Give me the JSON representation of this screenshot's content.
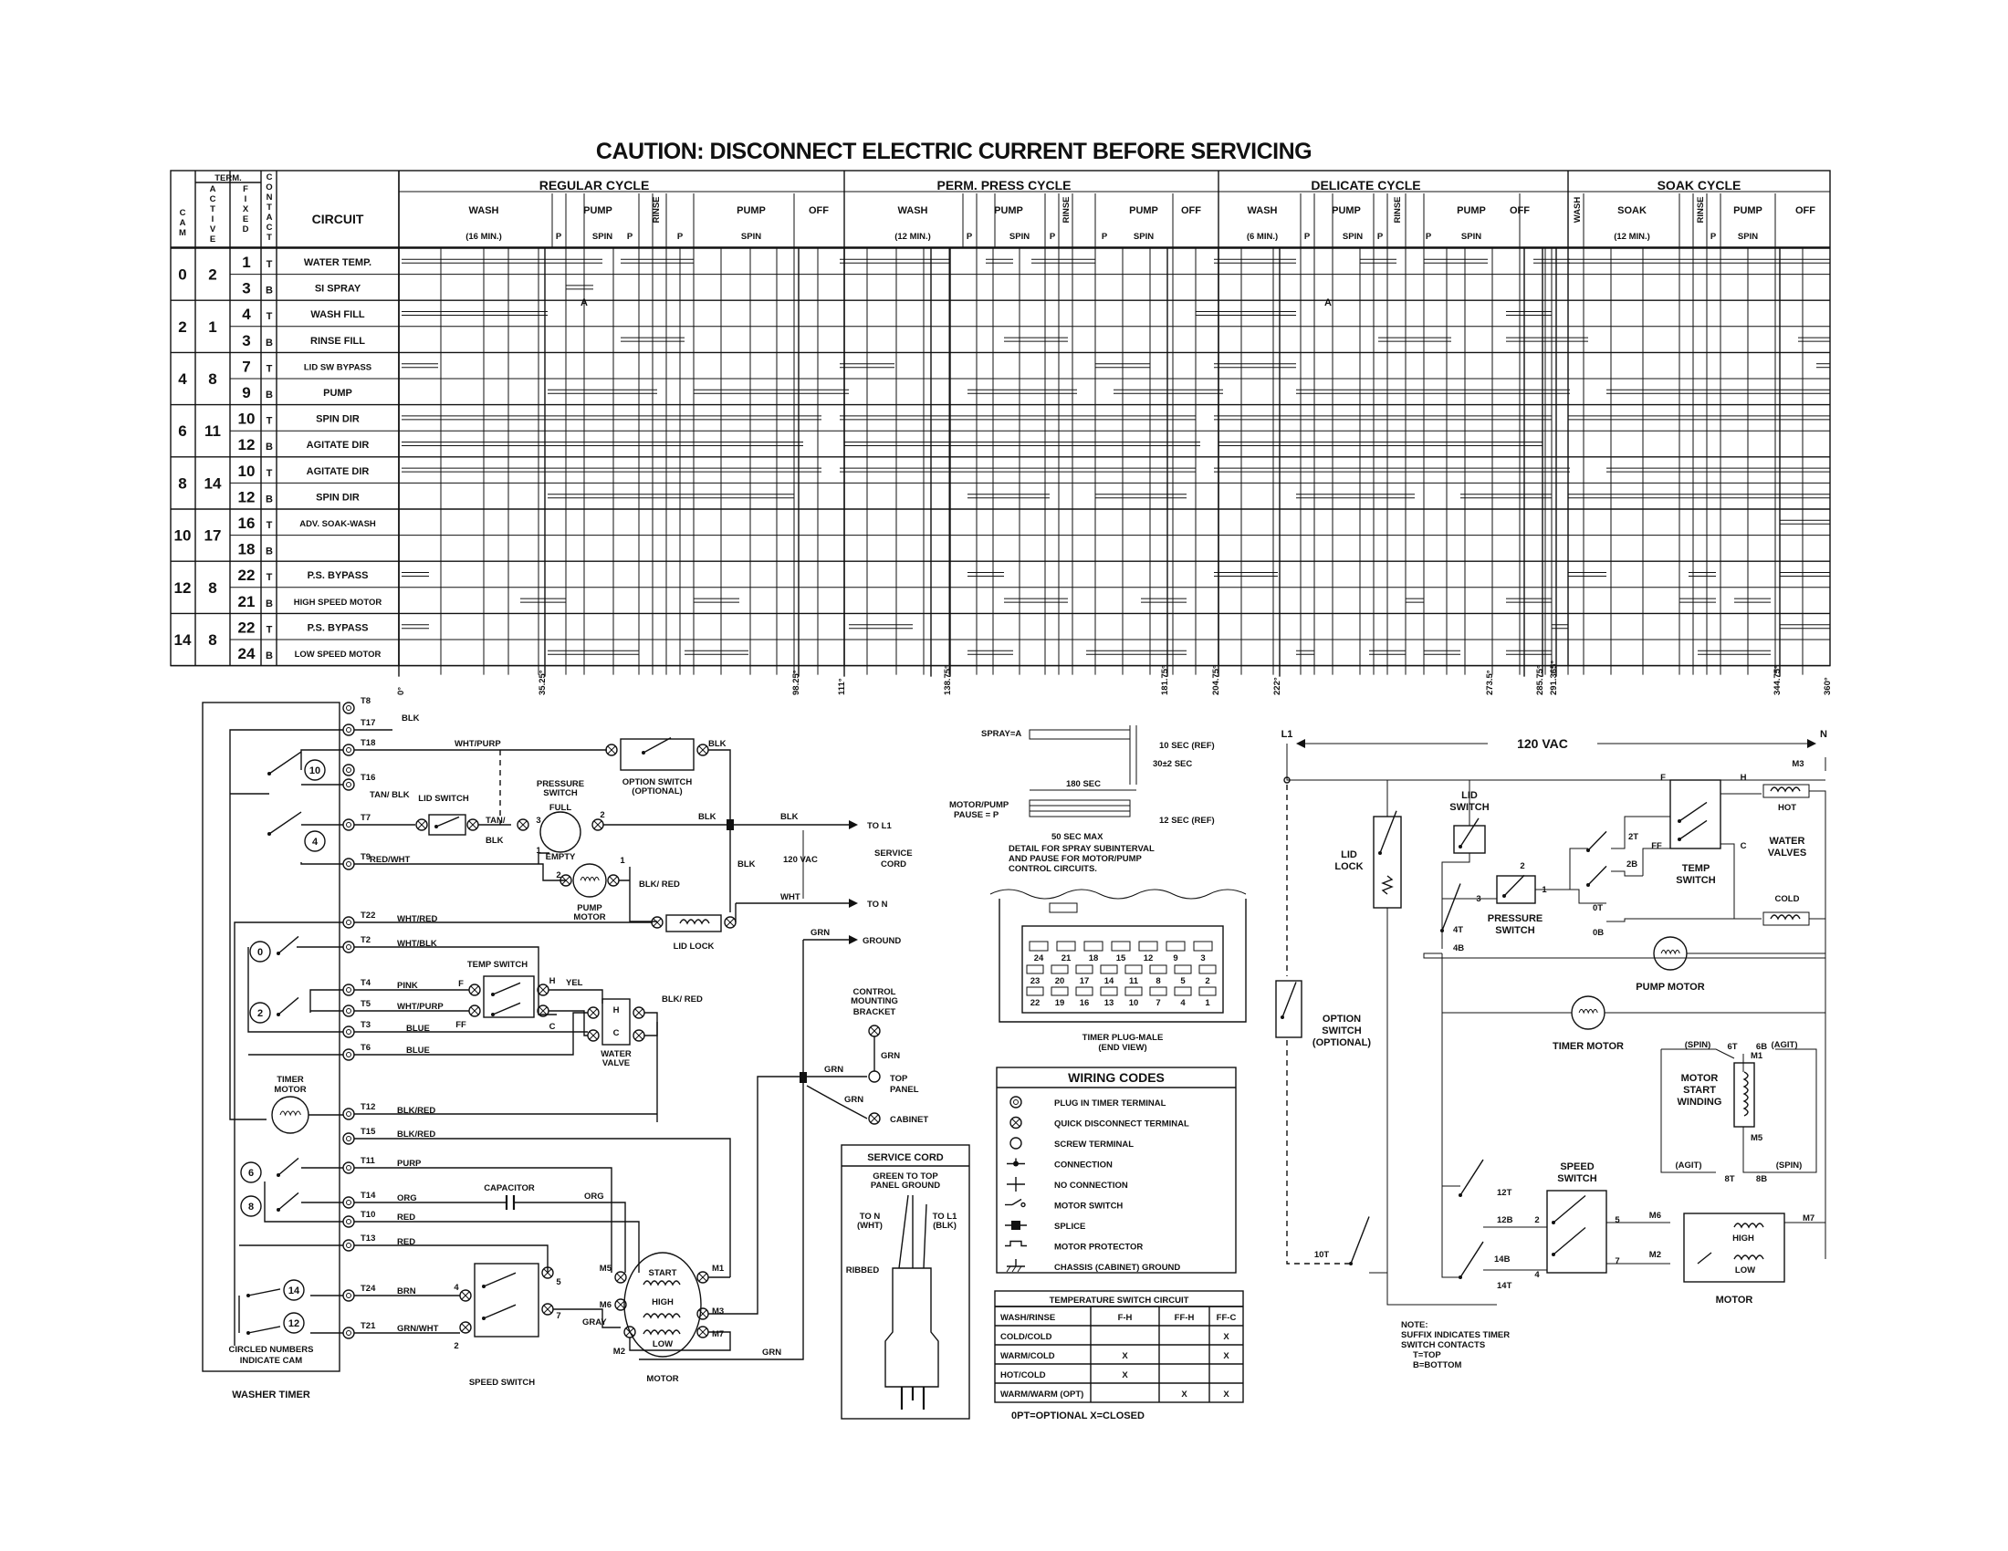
{
  "title": "CAUTION: DISCONNECT ELECTRIC CURRENT BEFORE SERVICING",
  "table": {
    "headers": {
      "cam": "CAM",
      "term": "TERM.",
      "active": "ACTIVE",
      "fixed": "FIXED",
      "contact": "CONTACT",
      "circuit": "CIRCUIT"
    },
    "cycles": [
      {
        "name": "REGULAR CYCLE",
        "sub": [
          "WASH",
          "PUMP",
          "RINSE",
          "PUMP"
        ],
        "sub2": [
          "(16 MIN.)",
          "P",
          "SPIN",
          "P",
          "P",
          "SPIN"
        ]
      },
      {
        "name": "PERM. PRESS CYCLE",
        "sub": [
          "WASH",
          "PUMP",
          "RINSE",
          "PUMP"
        ],
        "sub2": [
          "(12 MIN.)",
          "P",
          "SPIN",
          "P",
          "P",
          "SPIN"
        ]
      },
      {
        "name": "DELICATE CYCLE",
        "sub": [
          "WASH",
          "PUMP",
          "RINSE",
          "PUMP"
        ],
        "sub2": [
          "(6 MIN.)",
          "P",
          "SPIN",
          "P",
          "P",
          "SPIN"
        ]
      },
      {
        "name": "SOAK CYCLE",
        "sub": [
          "WASH",
          "SOAK",
          "RINSE",
          "PUMP"
        ],
        "sub2": [
          "(12 MIN.)",
          "P",
          "SPIN"
        ]
      }
    ],
    "off_label": "OFF",
    "rows": [
      {
        "cam": "0",
        "active": "2",
        "fixed": "1",
        "contact": "T",
        "circuit": "WATER TEMP."
      },
      {
        "cam": "",
        "active": "",
        "fixed": "3",
        "contact": "B",
        "circuit": "SI SPRAY"
      },
      {
        "cam": "2",
        "active": "1",
        "fixed": "4",
        "contact": "T",
        "circuit": "WASH FILL"
      },
      {
        "cam": "",
        "active": "",
        "fixed": "3",
        "contact": "B",
        "circuit": "RINSE FILL"
      },
      {
        "cam": "4",
        "active": "8",
        "fixed": "7",
        "contact": "T",
        "circuit": "LID SW BYPASS"
      },
      {
        "cam": "",
        "active": "",
        "fixed": "9",
        "contact": "B",
        "circuit": "PUMP"
      },
      {
        "cam": "6",
        "active": "11",
        "fixed": "10",
        "contact": "T",
        "circuit": "SPIN DIR"
      },
      {
        "cam": "",
        "active": "",
        "fixed": "12",
        "contact": "B",
        "circuit": "AGITATE DIR"
      },
      {
        "cam": "8",
        "active": "14",
        "fixed": "10",
        "contact": "T",
        "circuit": "AGITATE DIR"
      },
      {
        "cam": "",
        "active": "",
        "fixed": "12",
        "contact": "B",
        "circuit": "SPIN DIR"
      },
      {
        "cam": "10",
        "active": "17",
        "fixed": "16",
        "contact": "T",
        "circuit": "ADV. SOAK-WASH"
      },
      {
        "cam": "",
        "active": "",
        "fixed": "18",
        "contact": "B",
        "circuit": ""
      },
      {
        "cam": "12",
        "active": "8",
        "fixed": "22",
        "contact": "T",
        "circuit": "P.S. BYPASS"
      },
      {
        "cam": "",
        "active": "",
        "fixed": "21",
        "contact": "B",
        "circuit": "HIGH SPEED MOTOR"
      },
      {
        "cam": "14",
        "active": "8",
        "fixed": "22",
        "contact": "T",
        "circuit": "P.S. BYPASS"
      },
      {
        "cam": "",
        "active": "",
        "fixed": "24",
        "contact": "B",
        "circuit": "LOW SPEED MOTOR"
      }
    ],
    "degrees": [
      "0°",
      "35.25°",
      "98.25°",
      "111°",
      "138.75°",
      "181.75°",
      "204.75°",
      "222°",
      "273.5°",
      "285.75°",
      "291.365°",
      "344.75°",
      "360°"
    ],
    "spray_marks": [
      "A",
      "A"
    ]
  },
  "detail": {
    "spray": "SPRAY=A",
    "ten_sec": "10 SEC (REF)",
    "thirty_sec": "30±2 SEC",
    "motor_pump": "MOTOR/PUMP",
    "pause": "PAUSE = P",
    "one_eighty": "180 SEC",
    "twelve_sec": "12 SEC (REF)",
    "fifty_sec": "50 SEC MAX",
    "note1": "DETAIL FOR SPRAY SUBINTERVAL",
    "note2": "AND PAUSE FOR MOTOR/PUMP",
    "note3": "CONTROL CIRCUITS.",
    "plug_caption1": "TIMER PLUG-MALE",
    "plug_caption2": "(END VIEW)",
    "plug_top": [
      "24",
      "21",
      "18",
      "15",
      "12",
      "9",
      "3"
    ],
    "plug_bottom": [
      "22",
      "19",
      "16",
      "13",
      "10",
      "7",
      "4",
      "1"
    ],
    "plug_mid_top": [
      "23",
      "20",
      "17",
      "14",
      "11",
      "8",
      "5",
      "2"
    ]
  },
  "wiring_codes": {
    "title": "WIRING CODES",
    "items": [
      "PLUG IN TIMER TERMINAL",
      "QUICK DISCONNECT TERMINAL",
      "SCREW TERMINAL",
      "CONNECTION",
      "NO CONNECTION",
      "MOTOR SWITCH",
      "SPLICE",
      "MOTOR PROTECTOR",
      "CHASSIS (CABINET) GROUND"
    ]
  },
  "temp_table": {
    "title": "TEMPERATURE SWITCH CIRCUIT",
    "headers": [
      "WASH/RINSE",
      "F-H",
      "FF-H",
      "FF-C"
    ],
    "rows": [
      [
        "COLD/COLD",
        "",
        "",
        "X"
      ],
      [
        "WARM/COLD",
        "X",
        "",
        "X"
      ],
      [
        "HOT/COLD",
        "X",
        "",
        ""
      ],
      [
        "WARM/WARM (OPT)",
        "",
        "X",
        "X"
      ]
    ],
    "note": "0PT=OPTIONAL      X=CLOSED"
  },
  "service_cord_box": {
    "title": "SERVICE CORD",
    "green": "GREEN TO TOP",
    "panel": "PANEL GROUND",
    "ton": "TO N",
    "wht": "(WHT)",
    "tol1": "TO L1",
    "blk": "(BLK)",
    "ribbed": "RIBBED"
  },
  "left_schematic": {
    "timer_label": "WASHER TIMER",
    "circled_note1": "CIRCLED NUMBERS",
    "circled_note2": "INDICATE CAM",
    "terminals": [
      "T8",
      "T17",
      "T18",
      "",
      "T16",
      "T7",
      "T9",
      "T22",
      "T2",
      "T4",
      "T5",
      "T3",
      "T6",
      "T12",
      "T15",
      "T11",
      "T14",
      "T10",
      "T13",
      "T24",
      "T21"
    ],
    "cams": [
      "10",
      "4",
      "0",
      "2",
      "6",
      "8",
      "14",
      "12"
    ],
    "wires": {
      "blk": "BLK",
      "whtpurp": "WHT/PURP",
      "tanblk": "TAN/ BLK",
      "redwht": "RED/WHT",
      "whtred": "WHT/RED",
      "whtblk": "WHT/BLK",
      "pink": "PINK",
      "whtpurp2": "WHT/PURP",
      "blue": "BLUE",
      "blkred": "BLK/RED",
      "purp": "PURP",
      "org": "ORG",
      "red": "RED",
      "brn": "BRN",
      "grnwht": "GRN/WHT",
      "gray": "GRAY",
      "grn": "GRN",
      "wht": "WHT",
      "yel": "YEL",
      "blkred2": "BLK/ RED",
      "blkred3": "BLK/ RED"
    },
    "components": {
      "lid_switch": "LID SWITCH",
      "pressure_switch": "PRESSURE SWITCH",
      "full": "FULL",
      "empty": "EMPTY",
      "option_switch": "OPTION SWITCH",
      "optional": "(OPTIONAL)",
      "pump_motor": "PUMP MOTOR",
      "lid_lock": "LID LOCK",
      "temp_switch": "TEMP SWITCH",
      "water_valve": "WATER VALVE",
      "timer_motor": "TIMER MOTOR",
      "capacitor": "CAPACITOR",
      "speed_switch": "SPEED SWITCH",
      "motor": "MOTOR",
      "start": "START",
      "high": "HIGH",
      "low": "LOW",
      "to_l1": "TO L1",
      "to_n": "TO N",
      "ground": "GROUND",
      "service_cord": "SERVICE CORD",
      "v120": "120 VAC",
      "control_bracket": "CONTROL MOUNTING BRACKET",
      "top_panel": "TOP PANEL",
      "cabinet": "CABINET"
    }
  },
  "right_schematic": {
    "l1": "L1",
    "n": "N",
    "v120": "120 VAC",
    "lid_lock": "LID LOCK",
    "lid_switch": "LID SWITCH",
    "pressure_switch": "PRESSURE SWITCH",
    "temp_switch": "TEMP SWITCH",
    "water_valves": "WATER VALVES",
    "hot": "HOT",
    "cold": "COLD",
    "pump_motor": "PUMP MOTOR",
    "timer_motor": "TIMER MOTOR",
    "option_switch": "OPTION SWITCH",
    "optional": "(OPTIONAL)",
    "motor_start": "MOTOR START WINDING",
    "speed_switch": "SPEED SWITCH",
    "motor": "MOTOR",
    "high": "HIGH",
    "low": "LOW",
    "spin": "(SPIN)",
    "agit": "(AGIT)",
    "note1": "NOTE:",
    "note2": "SUFFIX INDICATES TIMER",
    "note3": "SWITCH CONTACTS",
    "note4": "T=TOP",
    "note5": "B=BOTTOM",
    "terms": [
      "2T",
      "2B",
      "0T",
      "0B",
      "4T",
      "4B",
      "6T",
      "6B",
      "8T",
      "8B",
      "12T",
      "12B",
      "14B",
      "14T",
      "10T",
      "M1",
      "M3",
      "M5",
      "M6",
      "M7",
      "M2",
      "F",
      "H",
      "FF",
      "C",
      "1",
      "2",
      "3",
      "5",
      "7",
      "4"
    ]
  }
}
